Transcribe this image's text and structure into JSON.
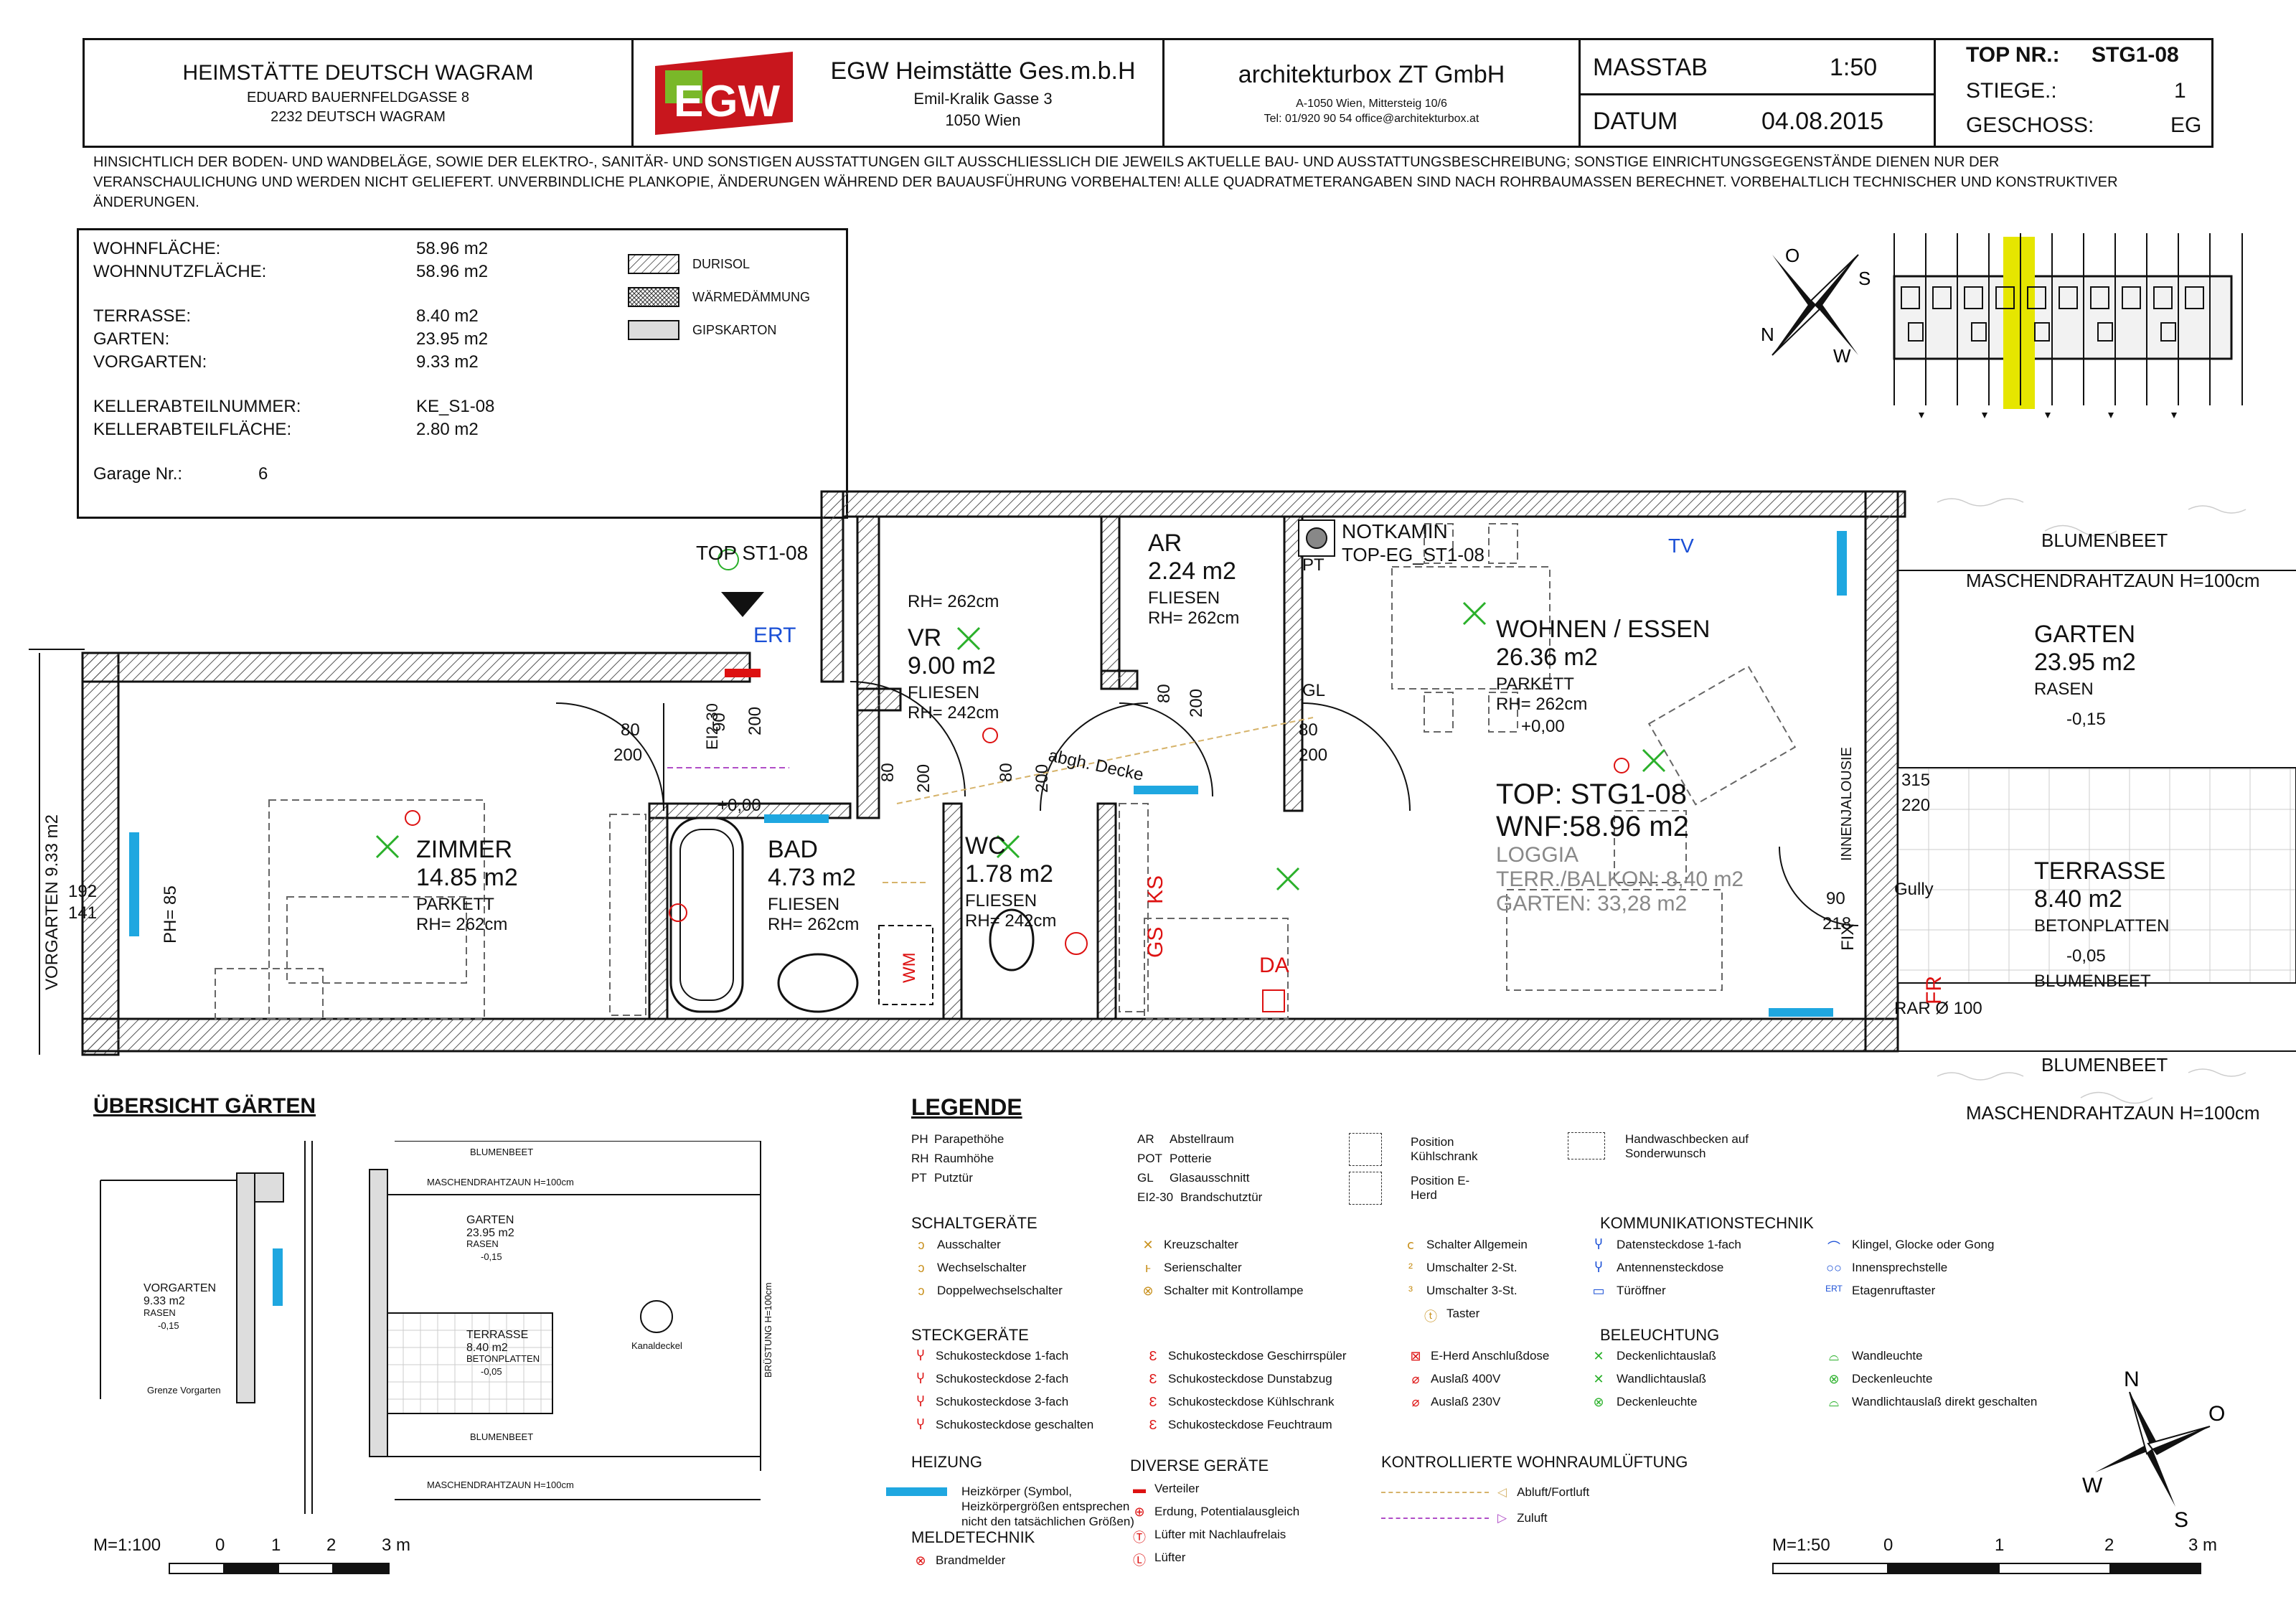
{
  "header": {
    "client": {
      "name": "HEIMSTÄTTE DEUTSCH WAGRAM",
      "street": "EDUARD BAUERNFELDGASSE 8",
      "city": "2232 DEUTSCH WAGRAM"
    },
    "logo_text": "EGW",
    "company": {
      "name": "EGW Heimstätte Ges.m.b.H",
      "street": "Emil-Kralik Gasse 3",
      "city": "1050 Wien"
    },
    "architect": {
      "name": "architekturbox ZT GmbH",
      "address": "A-1050 Wien, Mittersteig 10/6",
      "contact": "Tel: 01/920 90 54  office@architekturbox.at"
    },
    "masstab_label": "MASSTAB",
    "masstab_value": "1:50",
    "datum_label": "DATUM",
    "datum_value": "04.08.2015",
    "top_label": "TOP NR.:",
    "top_value": "STG1-08",
    "stiege_label": "STIEGE.:",
    "stiege_value": "1",
    "geschoss_label": "GESCHOSS:",
    "geschoss_value": "EG"
  },
  "disclaimer": "HINSICHTLICH DER BODEN- UND WANDBELÄGE, SOWIE DER ELEKTRO-, SANITÄR- UND SONSTIGEN AUSSTATTUNGEN GILT AUSSCHLIESSLICH DIE JEWEILS AKTUELLE BAU- UND AUSSTATTUNGSBESCHREIBUNG; SONSTIGE  EINRICHTUNGSGEGENSTÄNDE DIENEN NUR DER VERANSCHAULICHUNG UND WERDEN NICHT GELIEFERT. UNVERBINDLICHE PLANKOPIE, ÄNDERUNGEN WÄHREND DER BAUAUSFÜHRUNG VORBEHALTEN! ALLE QUADRATMETERANGABEN SIND NACH ROHRBAUMASSEN BERECHNET. VORBEHALTLICH TECHNISCHER UND KONSTRUKTIVER ÄNDERUNGEN.",
  "areas": {
    "rows": [
      {
        "label": "WOHNFLÄCHE:",
        "value": "58.96 m2"
      },
      {
        "label": "WOHNNUTZFLÄCHE:",
        "value": "58.96 m2"
      },
      {
        "label": "TERRASSE:",
        "value": "8.40 m2"
      },
      {
        "label": "GARTEN:",
        "value": "23.95 m2"
      },
      {
        "label": "VORGARTEN:",
        "value": "9.33 m2"
      },
      {
        "label": "KELLERABTEILNUMMER:",
        "value": "KE_S1-08"
      },
      {
        "label": "KELLERABTEILFLÄCHE:",
        "value": "2.80 m2"
      }
    ],
    "garage_label": "Garage Nr.:",
    "garage_value": "6"
  },
  "materials": [
    "DURISOL",
    "WÄRMEDÄMMUNG",
    "GIPSKARTON"
  ],
  "compass": {
    "n": "N",
    "s": "S",
    "o": "O",
    "w": "W"
  },
  "plan": {
    "rooms": {
      "zimmer": {
        "name": "ZIMMER",
        "area": "14.85 m2",
        "floor": "PARKETT",
        "rh": "RH= 262cm"
      },
      "bad": {
        "name": "BAD",
        "area": "4.73 m2",
        "floor": "FLIESEN",
        "rh": "RH= 262cm"
      },
      "wc": {
        "name": "WC",
        "area": "1.78 m2",
        "floor": "FLIESEN",
        "rh": "RH= 242cm"
      },
      "vr": {
        "name": "VR",
        "area": "9.00 m2",
        "floor": "FLIESEN",
        "rh": "RH= 242cm",
        "rh2": "RH= 262cm"
      },
      "ar": {
        "name": "AR",
        "area": "2.24 m2",
        "floor": "FLIESEN",
        "rh": "RH= 262cm"
      },
      "wohnen": {
        "name": "WOHNEN / ESSEN",
        "area": "26.36 m2",
        "floor": "PARKETT",
        "rh": "RH= 262cm"
      },
      "garten": {
        "name": "GARTEN",
        "area": "23.95 m2",
        "floor": "RASEN",
        "level": "-0,15"
      },
      "terrasse": {
        "name": "TERRASSE",
        "area": "8.40 m2",
        "floor": "BETONPLATTEN",
        "level": "-0,05"
      }
    },
    "top_title": "TOP: STG1-08",
    "wnf": "WNF:58.96 m2",
    "loggia": "LOGGIA",
    "terr_balkon": "TERR./BALKON:  8,40 m2",
    "garten_total": "GARTEN: 33,28 m2",
    "top_entry": "TOP ST1-08",
    "ert": "ERT",
    "notkamin": "NOTKAMIN",
    "notkamin_sub": "TOP-EG_ST1-08",
    "pt": "PT",
    "gl": "GL",
    "abgh": "abgh. Decke",
    "level_zero": "+0,00",
    "blumenbeet": "BLUMENBEET",
    "zaun": "MASCHENDRAHTZAUN H=100cm",
    "vorgarten": "VORGARTEN  9.33 m2",
    "fix": "FIX",
    "innenjalousie": "INNENJALOUSIE",
    "gully": "Gully",
    "rar": "RAR Ø 100",
    "ph": "PH= 85",
    "tv": "TV",
    "ks": "KS",
    "gs": "GS",
    "da": "DA",
    "fr": "FR",
    "wm": "WM",
    "ei": "EI2-30",
    "dims": {
      "d80": "80",
      "d200": "200",
      "d90": "90",
      "d218": "218",
      "d315": "315",
      "d220": "220",
      "d192": "192",
      "d141": "141"
    }
  },
  "overview": {
    "title": "ÜBERSICHT GÄRTEN",
    "vorgarten": "VORGARTEN",
    "vorgarten_area": "9.33 m2",
    "rasen": "RASEN",
    "lvl1": "-0,15",
    "garten": "GARTEN",
    "garten_area": "23.95 m2",
    "terrasse": "TERRASSE",
    "terrasse_area": "8.40 m2",
    "beton": "BETONPLATTEN",
    "lvl2": "-0,05",
    "kanaldeckel": "Kanaldeckel",
    "bruestung": "BRÜSTUNG H=100cm",
    "grenze": "Grenze Vorgarten",
    "scale_label": "M=1:100",
    "scale_ticks": [
      "0",
      "1",
      "2",
      "3 m"
    ]
  },
  "legend": {
    "title": "LEGENDE",
    "abbr_left": [
      [
        "PH",
        "Parapethöhe"
      ],
      [
        "RH",
        "Raumhöhe"
      ],
      [
        "PT",
        "Putztür"
      ]
    ],
    "abbr_mid": [
      [
        "AR",
        "Abstellraum"
      ],
      [
        "POT",
        "Potterie"
      ],
      [
        "GL",
        "Glasausschnitt"
      ],
      [
        "EI2-30",
        "Brandschutztür"
      ]
    ],
    "kuehl": [
      "Position Kühlschrank",
      "Position E-Herd"
    ],
    "handwasch": "Handwaschbecken auf Sonderwunsch",
    "schalt_title": "SCHALTGERÄTE",
    "schalt": [
      [
        "Ausschalter",
        "Kreuzschalter",
        "Schalter Allgemein"
      ],
      [
        "Wechselschalter",
        "Serienschalter",
        "Umschalter 2-St."
      ],
      [
        "Doppelwechselschalter",
        "Schalter mit Kontrollampe",
        "Umschalter 3-St."
      ],
      [
        "",
        "",
        "Taster"
      ]
    ],
    "komm_title": "KOMMUNIKATIONSTECHNIK",
    "komm": [
      [
        "Datensteckdose 1-fach",
        "Klingel, Glocke oder Gong"
      ],
      [
        "Antennensteckdose",
        "Innensprechstelle"
      ],
      [
        "Türöffner",
        "Etagenruftaster"
      ]
    ],
    "steck_title": "STECKGERÄTE",
    "steck": [
      [
        "Schukosteckdose 1-fach",
        "Schukosteckdose Geschirrspüler",
        "E-Herd Anschlußdose"
      ],
      [
        "Schukosteckdose 2-fach",
        "Schukosteckdose Dunstabzug",
        "Auslaß 400V"
      ],
      [
        "Schukosteckdose 3-fach",
        "Schukosteckdose Kühlschrank",
        "Auslaß 230V"
      ],
      [
        "Schukosteckdose geschalten",
        "Schukosteckdose Feuchtraum",
        ""
      ]
    ],
    "bel_title": "BELEUCHTUNG",
    "bel": [
      [
        "Deckenlichtauslaß",
        "Wandleuchte"
      ],
      [
        "Wandlichtauslaß",
        "Deckenleuchte"
      ],
      [
        "Deckenleuchte",
        "Wandlichtauslaß direkt geschalten"
      ]
    ],
    "heiz_title": "HEIZUNG",
    "heiz": "Heizkörper (Symbol, Heizkörpergrößen entsprechen nicht den tatsächlichen Größen)",
    "melde_title": "MELDETECHNIK",
    "melde": "Brandmelder",
    "div_title": "DIVERSE GERÄTE",
    "div": [
      "Verteiler",
      "Erdung, Potentialausgleich",
      "Lüfter mit Nachlaufrelais",
      "Lüfter"
    ],
    "kwl_title": "KONTROLLIERTE WOHNRAUMLÜFTUNG",
    "kwl": [
      "Abluft/Fortluft",
      "Zuluft"
    ]
  },
  "scale2": {
    "label": "M=1:50",
    "ticks": [
      "0",
      "1",
      "2",
      "3 m"
    ]
  }
}
